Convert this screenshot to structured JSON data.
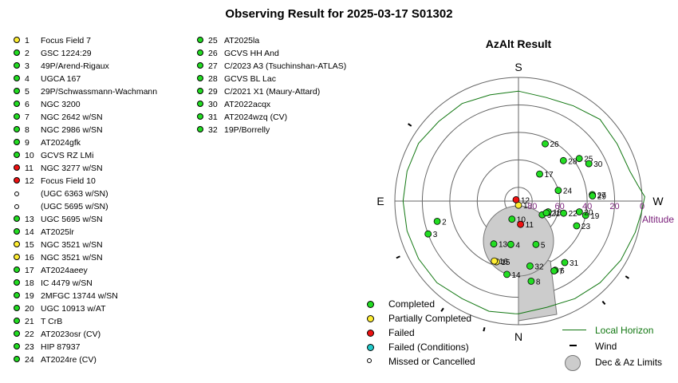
{
  "title": "Observing Result for 2025-03-17 S01302",
  "colors": {
    "completed": "#22dd22",
    "partial": "#ffee33",
    "failed": "#ee1111",
    "failed_conditions": "#22cccc",
    "missed": "#ffffff",
    "horizon": "#117711",
    "altitude_text": "#7a1f7a",
    "limits_fill": "#cccccc"
  },
  "targets": [
    {
      "num": "1",
      "name": "Focus Field 7",
      "status": "partial"
    },
    {
      "num": "2",
      "name": "GSC 1224:29",
      "status": "completed"
    },
    {
      "num": "3",
      "name": "49P/Arend-Rigaux",
      "status": "completed"
    },
    {
      "num": "4",
      "name": "UGCA 167",
      "status": "completed"
    },
    {
      "num": "5",
      "name": "29P/Schwassmann-Wachmann",
      "status": "completed"
    },
    {
      "num": "6",
      "name": "NGC 3200",
      "status": "completed"
    },
    {
      "num": "7",
      "name": "NGC 2642 w/SN",
      "status": "completed"
    },
    {
      "num": "8",
      "name": "NGC 2986 w/SN",
      "status": "completed"
    },
    {
      "num": "9",
      "name": "AT2024gfk",
      "status": "completed"
    },
    {
      "num": "10",
      "name": "GCVS RZ LMi",
      "status": "completed"
    },
    {
      "num": "11",
      "name": "NGC 3277 w/SN",
      "status": "failed"
    },
    {
      "num": "12",
      "name": "Focus Field 10",
      "status": "failed"
    },
    {
      "num": "",
      "name": "(UGC 6363 w/SN)",
      "status": "missed"
    },
    {
      "num": "",
      "name": "(UGC 5695 w/SN)",
      "status": "missed"
    },
    {
      "num": "13",
      "name": "UGC 5695 w/SN",
      "status": "completed"
    },
    {
      "num": "14",
      "name": "AT2025lr",
      "status": "completed"
    },
    {
      "num": "15",
      "name": "NGC 3521 w/SN",
      "status": "partial"
    },
    {
      "num": "16",
      "name": "NGC 3521 w/SN",
      "status": "partial"
    },
    {
      "num": "17",
      "name": "AT2024aeey",
      "status": "completed"
    },
    {
      "num": "18",
      "name": "IC 4479 w/SN",
      "status": "completed"
    },
    {
      "num": "19",
      "name": "2MFGC 13744 w/SN",
      "status": "completed"
    },
    {
      "num": "20",
      "name": "UGC 10913 w/AT",
      "status": "completed"
    },
    {
      "num": "21",
      "name": "T CrB",
      "status": "completed"
    },
    {
      "num": "22",
      "name": "AT2023osr (CV)",
      "status": "completed"
    },
    {
      "num": "23",
      "name": "HIP 87937",
      "status": "completed"
    },
    {
      "num": "24",
      "name": "AT2024re (CV)",
      "status": "completed"
    },
    {
      "num": "25",
      "name": "AT2025la",
      "status": "completed"
    },
    {
      "num": "26",
      "name": "GCVS HH And",
      "status": "completed"
    },
    {
      "num": "27",
      "name": "C/2023 A3 (Tsuchinshan-ATLAS)",
      "status": "completed"
    },
    {
      "num": "28",
      "name": "GCVS BL Lac",
      "status": "completed"
    },
    {
      "num": "29",
      "name": "C/2021 X1 (Maury-Attard)",
      "status": "completed"
    },
    {
      "num": "30",
      "name": "AT2022acqx",
      "status": "completed"
    },
    {
      "num": "31",
      "name": "AT2024wzq (CV)",
      "status": "completed"
    },
    {
      "num": "32",
      "name": "19P/Borrelly",
      "status": "completed"
    }
  ],
  "chart_data": {
    "type": "scatter",
    "projection": "polar azimuth-altitude (S up, N down, E left, W right)",
    "title": "AzAlt Result",
    "compass": {
      "top": "S",
      "bottom": "N",
      "left": "E",
      "right": "W"
    },
    "radial_axis": {
      "label": "Altitude",
      "ticks": [
        "80",
        "60",
        "40",
        "20",
        "0"
      ],
      "range": [
        0,
        90
      ]
    },
    "points": [
      {
        "label": "1",
        "alt": 87,
        "az": 180,
        "status": "partial"
      },
      {
        "label": "2",
        "alt": 29,
        "az": 256,
        "status": "completed"
      },
      {
        "label": "3",
        "alt": 20,
        "az": 250,
        "status": "completed"
      },
      {
        "label": "4",
        "alt": 58,
        "az": 190,
        "status": "completed"
      },
      {
        "label": "5",
        "alt": 56,
        "az": 158,
        "status": "completed"
      },
      {
        "label": "6",
        "alt": 33,
        "az": 152,
        "status": "completed"
      },
      {
        "label": "7",
        "alt": 33,
        "az": 153,
        "status": "completed"
      },
      {
        "label": "8",
        "alt": 31,
        "az": 171,
        "status": "completed"
      },
      {
        "label": "9",
        "alt": 70,
        "az": 120,
        "status": "completed"
      },
      {
        "label": "10",
        "alt": 76,
        "az": 200,
        "status": "completed"
      },
      {
        "label": "11",
        "alt": 73,
        "az": 175,
        "status": "failed"
      },
      {
        "label": "12",
        "alt": 88,
        "az": 300,
        "status": "failed"
      },
      {
        "label": "13",
        "alt": 54,
        "az": 210,
        "status": "completed"
      },
      {
        "label": "14",
        "alt": 36,
        "az": 189,
        "status": "completed"
      },
      {
        "label": "15",
        "alt": 43,
        "az": 200,
        "status": "partial"
      },
      {
        "label": "16",
        "alt": 43,
        "az": 202,
        "status": "partial"
      },
      {
        "label": "17",
        "alt": 65,
        "az": 38,
        "status": "completed"
      },
      {
        "label": "18",
        "alt": 67,
        "az": 110,
        "status": "completed"
      },
      {
        "label": "19",
        "alt": 40,
        "az": 102,
        "status": "completed"
      },
      {
        "label": "20",
        "alt": 45,
        "az": 100,
        "status": "completed"
      },
      {
        "label": "21",
        "alt": 68,
        "az": 113,
        "status": "completed"
      },
      {
        "label": "22",
        "alt": 56,
        "az": 105,
        "status": "completed"
      },
      {
        "label": "23",
        "alt": 44,
        "az": 113,
        "status": "completed"
      },
      {
        "label": "24",
        "alt": 60,
        "az": 75,
        "status": "completed"
      },
      {
        "label": "25",
        "alt": 36,
        "az": 55,
        "status": "completed"
      },
      {
        "label": "26",
        "alt": 44,
        "az": 25,
        "status": "completed"
      },
      {
        "label": "27",
        "alt": 36,
        "az": 85,
        "status": "completed"
      },
      {
        "label": "28",
        "alt": 46,
        "az": 48,
        "status": "completed"
      },
      {
        "label": "29",
        "alt": 36,
        "az": 86,
        "status": "completed"
      },
      {
        "label": "30",
        "alt": 32,
        "az": 62,
        "status": "completed"
      },
      {
        "label": "31",
        "alt": 34,
        "az": 143,
        "status": "completed"
      },
      {
        "label": "32",
        "alt": 42,
        "az": 170,
        "status": "completed"
      }
    ],
    "legend": {
      "completed": "Completed",
      "partial": "Partially Completed",
      "failed": "Failed",
      "failed_conditions": "Failed (Conditions)",
      "missed": "Missed or Cancelled",
      "horizon": "Local Horizon",
      "wind": "Wind",
      "limits": "Dec & Az Limits"
    }
  }
}
